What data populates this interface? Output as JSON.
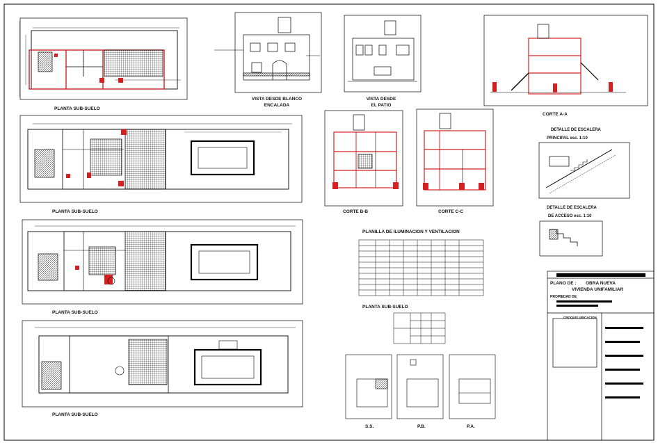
{
  "plan_titles": {
    "p1": "PLANTA SUB-SUELO",
    "p2": "PLANTA SUB-SUELO",
    "p3": "PLANTA SUB-SUELO",
    "p4": "PLANTA SUB-SUELO"
  },
  "views": {
    "front_line1": "VISTA DESDE BLANCO",
    "front_line2": "ENCALADA",
    "patio_line1": "VISTA DESDE",
    "patio_line2": "EL PATIO",
    "corte_aa": "CORTE A-A",
    "corte_bb": "CORTE B-B",
    "corte_cc": "CORTE C-C"
  },
  "details": {
    "stair1_line1": "DETALLE DE ESCALERA",
    "stair1_line2": "PRINCIPAL esc. 1:10",
    "stair2_line1": "DETALLE DE ESCALERA",
    "stair2_line2": "DE ACCESO esc. 1:10"
  },
  "table": {
    "title": "PLANILLA DE ILUMINACION Y VENTILACION",
    "subtitle": "PLANTA SUB-SUELO"
  },
  "small_plans": {
    "ss": "S.S.",
    "pb": "P.B.",
    "pa": "P.A."
  },
  "title_block": {
    "plano_de": "PLANO DE :",
    "obra": "OBRA NUEVA",
    "tipo": "VIVIENDA UNIFAMILIAR",
    "propiedad": "PROPIEDAD DE",
    "croquis": "CROQUIS UBICACION"
  },
  "colors": {
    "line": "#000000",
    "wall_red": "#d42020",
    "paper": "#ffffff"
  }
}
